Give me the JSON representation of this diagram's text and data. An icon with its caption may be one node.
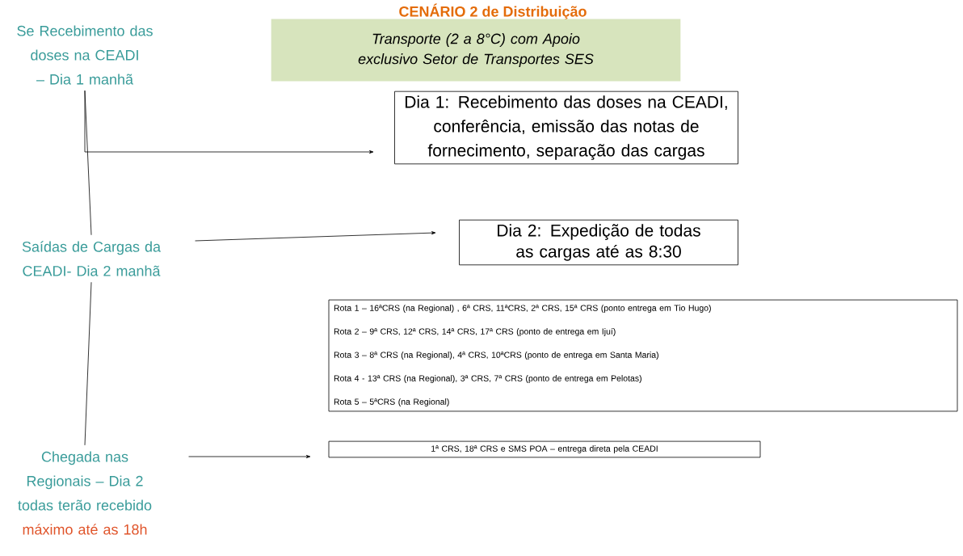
{
  "diagram": {
    "title": "CENÁRIO 2 de Distribuição",
    "nodes": [
      {
        "text": [
          "Se Recebimento das doses na CEADI – Dia 1 manhã"
        ]
      },
      {
        "text": [
          "Transporte (2 a 8°C) com Apoio exclusivo Setor de Transportes SES"
        ]
      },
      {
        "text": [
          "Dia 1: Recebimento das doses na CEADI, conferência, emissão das notas de fornecimento, separação das cargas"
        ]
      },
      {
        "text": [
          "Saídas de Cargas da CEADI- Dia 2 manhã"
        ]
      },
      {
        "text": [
          "Dia 2: Expedição de todas as cargas até as 8:30"
        ]
      },
      {
        "text": [
          "Chegada nas Regionais – Dia 2 todas terão recebido",
          "máximo até as 18h"
        ]
      },
      {
        "text": [
          "Rota 1 – 16ªCRS (na Regional) , 6ª CRS, 11ªCRS, 2ª CRS, 15ª CRS (ponto entrega em Tio Hugo)",
          "Rota 2 – 9ª CRS, 12ª CRS, 14ª CRS, 17ª CRS (ponto de entrega em Ijuí)",
          "Rota 3 – 8ª CRS (na Regional), 4ª CRS, 10ªCRS (ponto de entrega em Santa Maria)",
          "Rota 4 - 13ª CRS (na Regional), 3ª CRS, 7ª CRS (ponto de entrega em Pelotas)",
          "Rota 5 – 5ªCRS (na Regional)"
        ]
      },
      {
        "text": [
          "1ª CRS, 18ª CRS e SMS POA – entrega direta pela CEADI"
        ]
      }
    ],
    "edges": [
      {
        "from": 0,
        "to": 3,
        "arrow": "none"
      },
      {
        "from": 0,
        "to": 2,
        "arrow": "to"
      },
      {
        "from": 3,
        "to": 4,
        "arrow": "to"
      },
      {
        "from": 3,
        "to": 5,
        "arrow": "none"
      },
      {
        "from": 5,
        "to": null,
        "arrow": "to"
      }
    ]
  }
}
